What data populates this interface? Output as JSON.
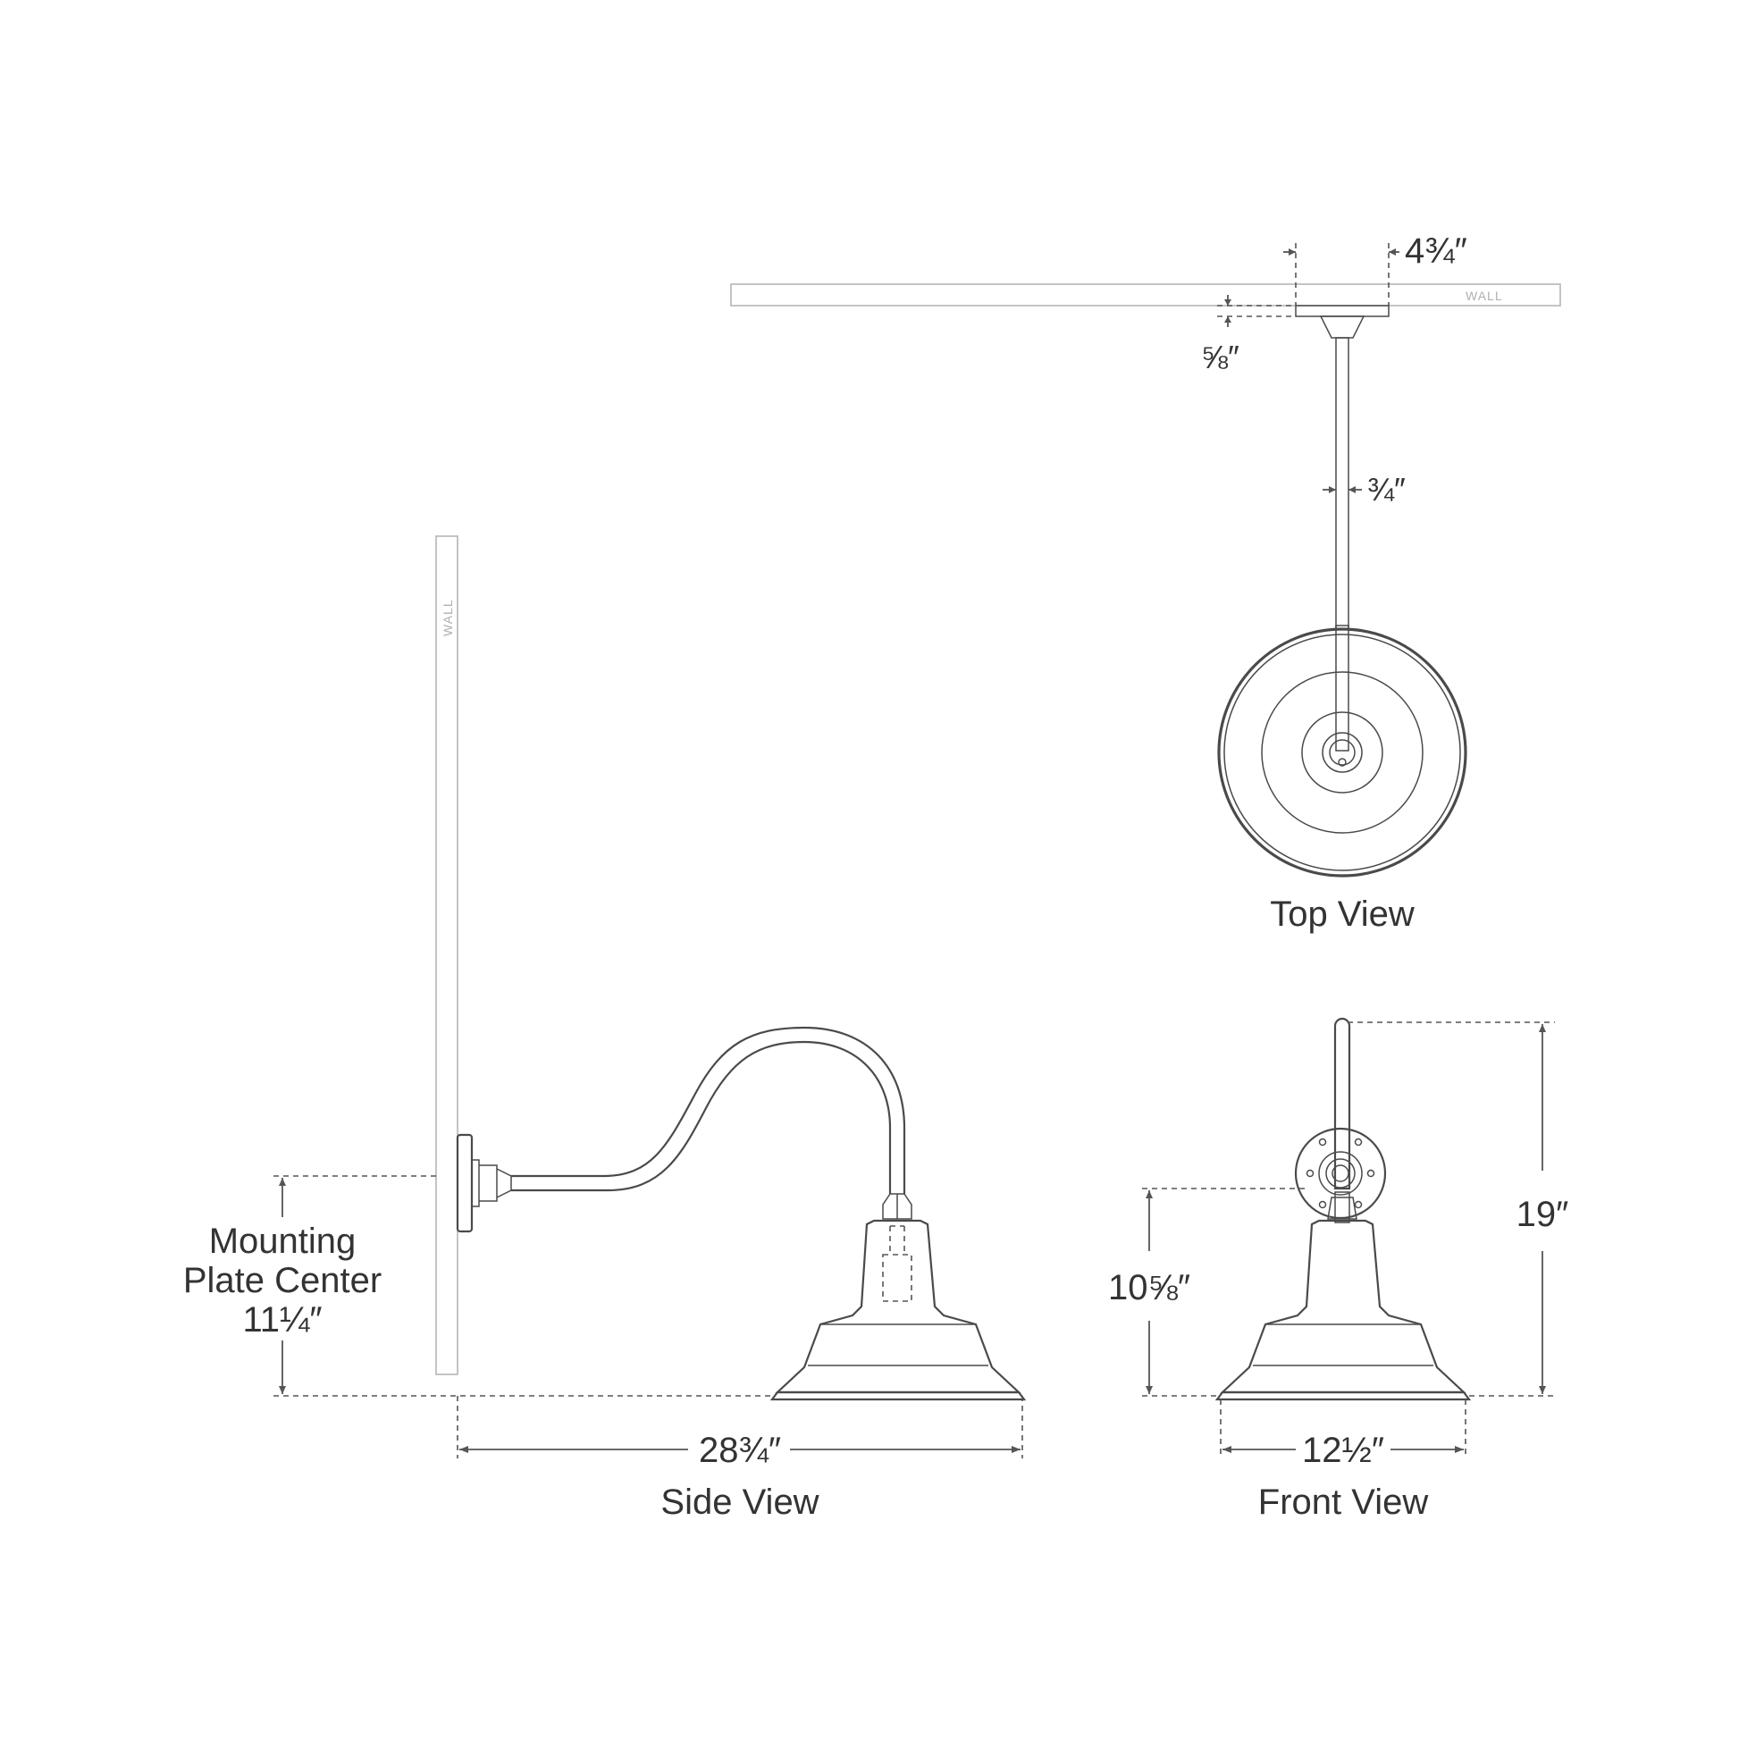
{
  "views": {
    "top": "Top View",
    "side": "Side View",
    "front": "Front View"
  },
  "wall_label": "WALL",
  "dimensions": {
    "canopy_width": "4¾″",
    "canopy_depth": "⅝″",
    "stem_diameter": "¾″",
    "mounting_label_line1": "Mounting",
    "mounting_label_line2": "Plate Center",
    "mounting_height": "11¼″",
    "extension": "28¾″",
    "overall_height": "19″",
    "backplate_height": "10⅝″",
    "shade_width": "12½″"
  }
}
